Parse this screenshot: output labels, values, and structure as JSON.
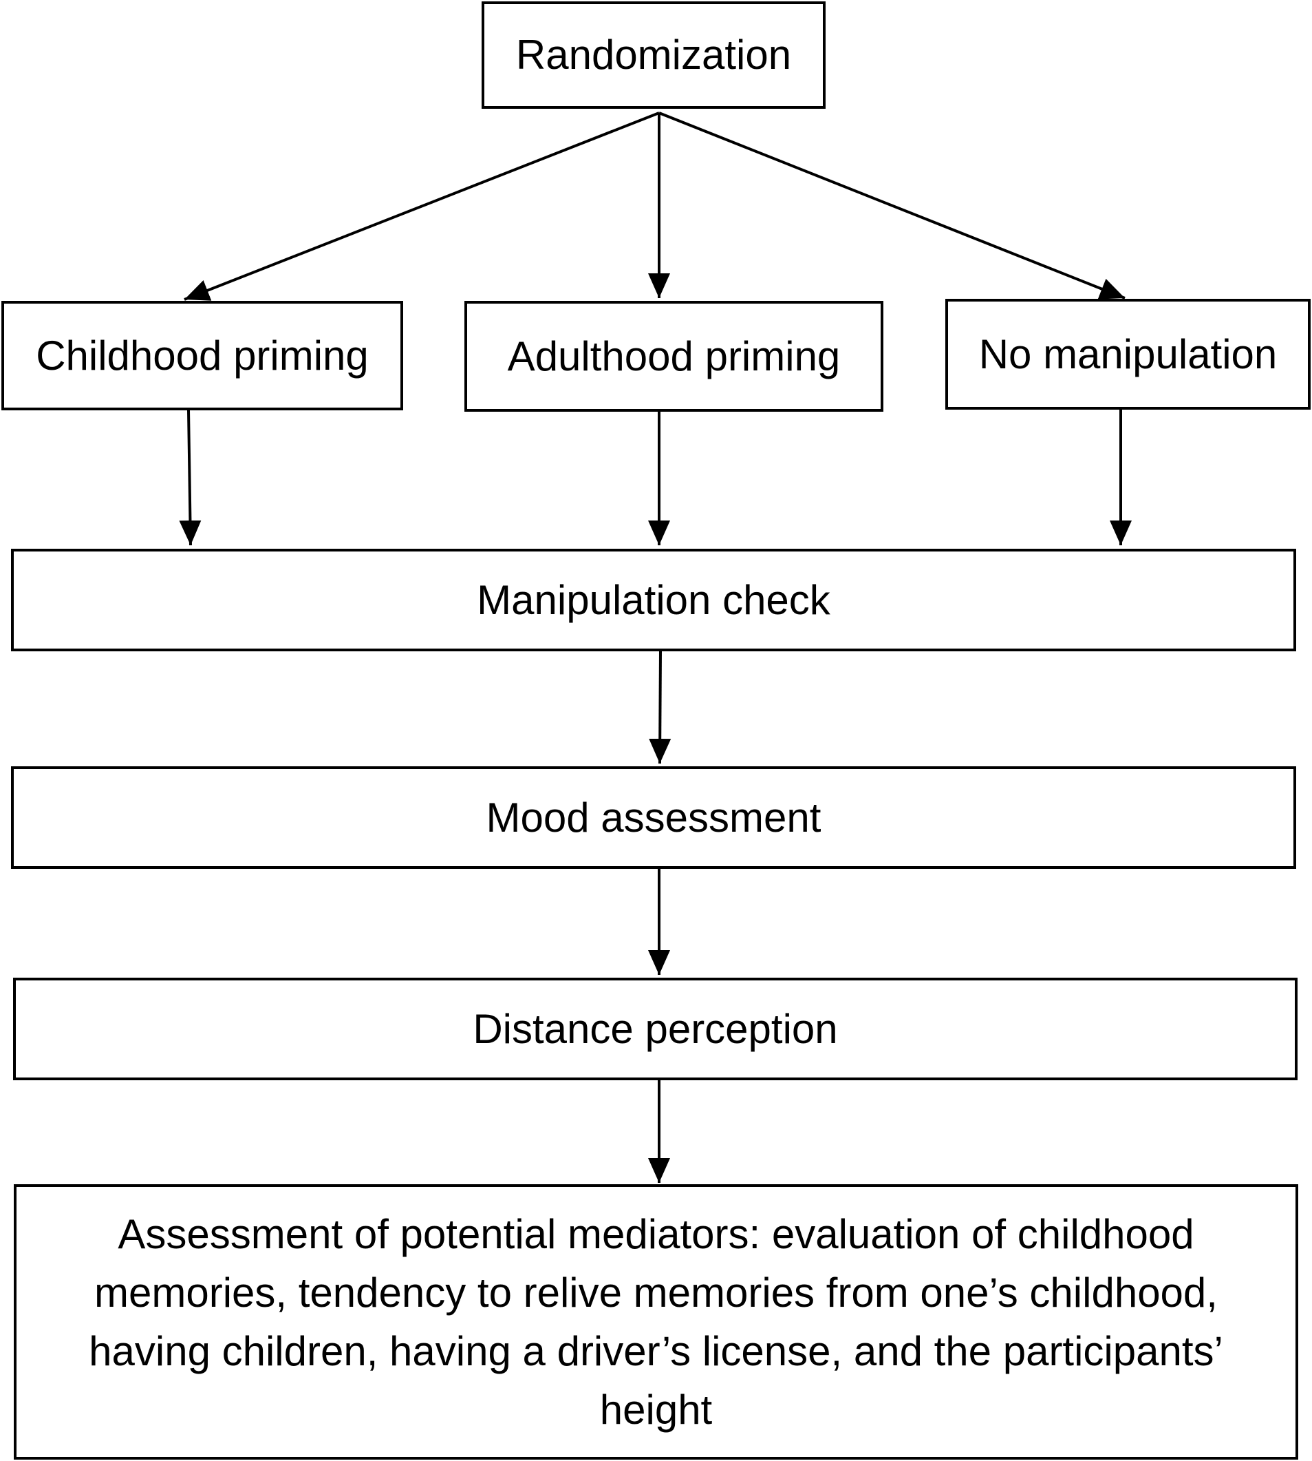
{
  "nodes": {
    "randomization": "Randomization",
    "childhood_priming": "Childhood priming",
    "adulthood_priming": "Adulthood priming",
    "no_manipulation": "No manipulation",
    "manipulation_check": "Manipulation check",
    "mood_assessment": "Mood assessment",
    "distance_perception": "Distance perception",
    "mediators": "Assessment of potential mediators: evaluation of childhood memories, tendency to relive memories from one’s childhood, having children, having a driver’s license, and the participants’ height"
  },
  "edges": [
    {
      "from": "randomization",
      "to": "childhood_priming"
    },
    {
      "from": "randomization",
      "to": "adulthood_priming"
    },
    {
      "from": "randomization",
      "to": "no_manipulation"
    },
    {
      "from": "childhood_priming",
      "to": "manipulation_check"
    },
    {
      "from": "adulthood_priming",
      "to": "manipulation_check"
    },
    {
      "from": "no_manipulation",
      "to": "manipulation_check"
    },
    {
      "from": "manipulation_check",
      "to": "mood_assessment"
    },
    {
      "from": "mood_assessment",
      "to": "distance_perception"
    },
    {
      "from": "distance_perception",
      "to": "mediators"
    }
  ]
}
